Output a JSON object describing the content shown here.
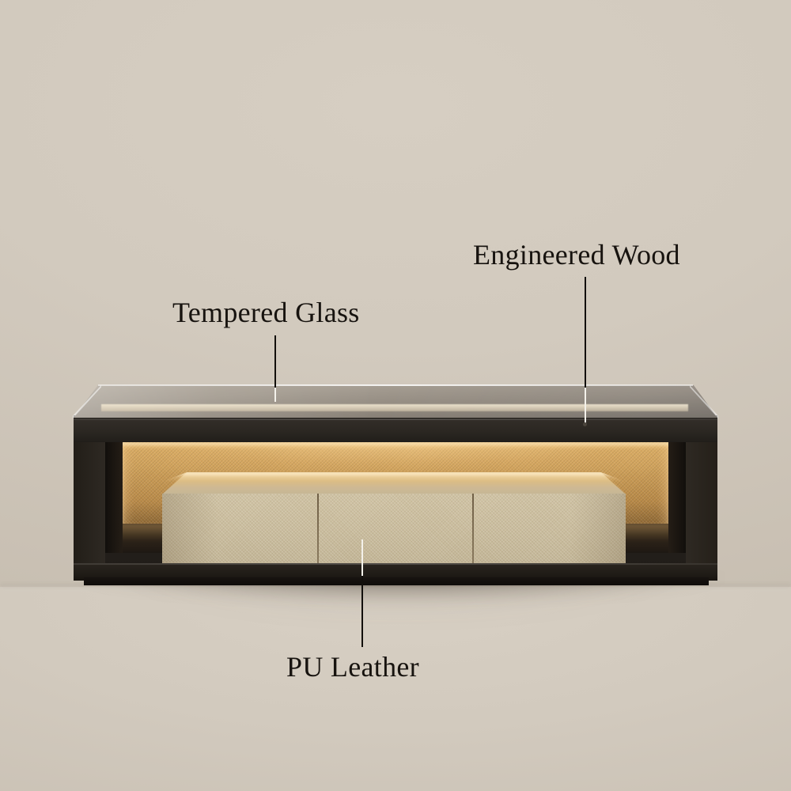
{
  "scene": {
    "subject": "LED TV stand / media console",
    "background_color": "#d2cabe",
    "floor_color": "#d6cec2"
  },
  "colors": {
    "wall": "#d2cabe",
    "floor": "#d6cec2",
    "frame_dark": "#2b2722",
    "glass_top": "#a59d92",
    "pu_leather": "#cabd9e",
    "led_glow": "#ffdca0",
    "backpanel_gold": "#cfa15a",
    "label_text": "#17130f",
    "leader_dark": "#120f0c",
    "leader_light": "#f4f1ea"
  },
  "callouts": [
    {
      "id": "tempered-glass",
      "label": "Tempered Glass",
      "target": "glass table top surface"
    },
    {
      "id": "engineered-wood",
      "label": "Engineered Wood",
      "target": "dark cabinet frame"
    },
    {
      "id": "pu-leather",
      "label": "PU Leather",
      "target": "drawer fronts"
    }
  ],
  "product": {
    "drawer_count": 3,
    "top_material": "Tempered Glass",
    "carcass_material": "Engineered Wood",
    "drawer_front_material": "PU Leather",
    "lighting": "warm LED interior strip"
  }
}
